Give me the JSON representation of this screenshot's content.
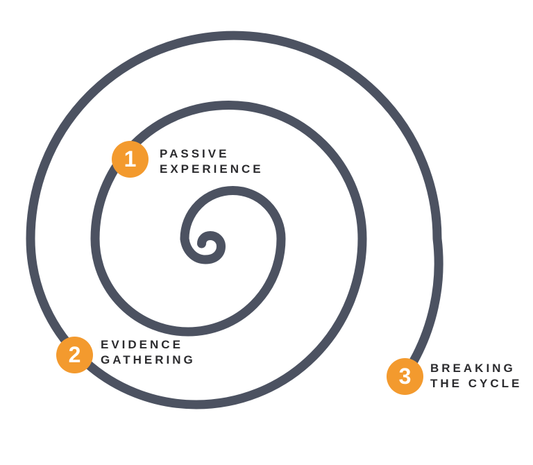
{
  "diagram": {
    "type": "spiral-process",
    "steps": [
      {
        "number": "1",
        "label_line1": "PASSIVE",
        "label_line2": "EXPERIENCE"
      },
      {
        "number": "2",
        "label_line1": "EVIDENCE",
        "label_line2": "GATHERING"
      },
      {
        "number": "3",
        "label_line1": "BREAKING",
        "label_line2": "THE CYCLE"
      }
    ],
    "colors": {
      "badge_orange": "#F39A2E",
      "spiral_gray": "#4C5261",
      "label_text": "#2B2B2E",
      "background": "#FFFFFF"
    }
  }
}
